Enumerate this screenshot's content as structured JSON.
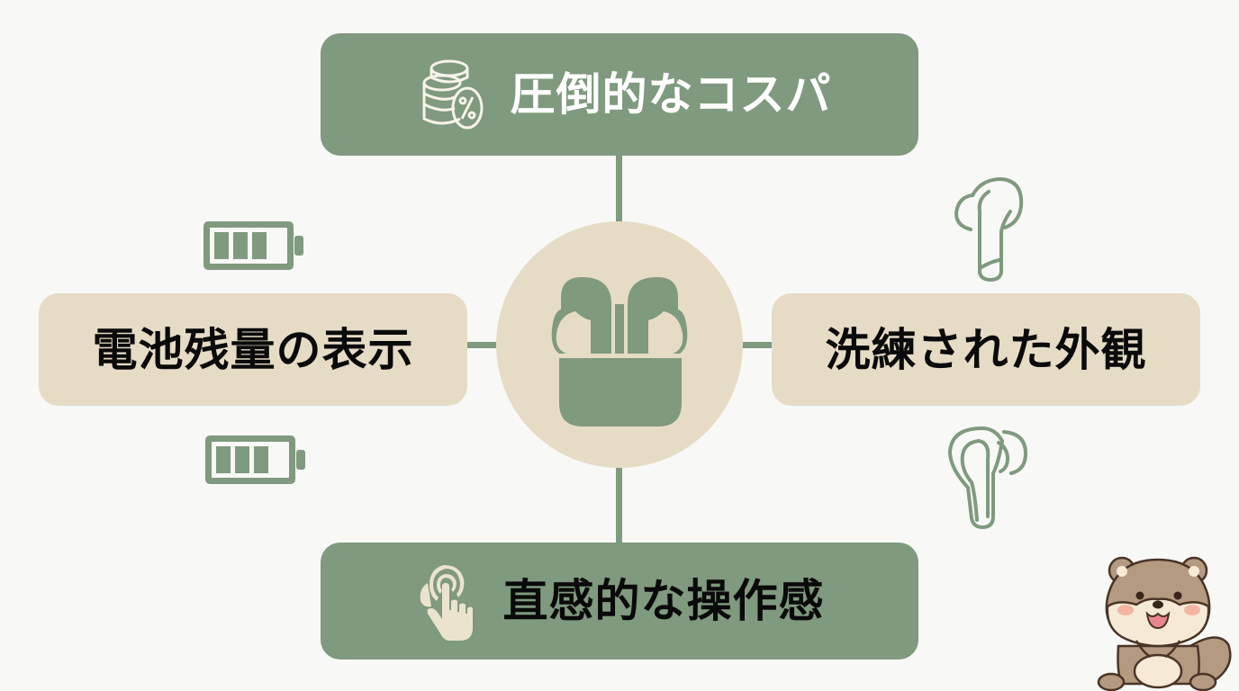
{
  "diagram": {
    "center": {
      "icon": "earbuds-case-icon"
    },
    "nodes": {
      "top": {
        "label": "圧倒的なコスパ",
        "icon": "coins-percent-icon"
      },
      "left": {
        "label": "電池残量の表示",
        "icons": [
          "battery-icon",
          "battery-icon"
        ]
      },
      "right": {
        "label": "洗練された外観",
        "icons": [
          "earbud-icon",
          "earbud-icon"
        ]
      },
      "bottom": {
        "label": "直感的な操作感",
        "icon": "tap-hand-icon"
      }
    },
    "mascot": "squirrel-mascot"
  },
  "colors": {
    "background": "#f8f8f6",
    "green": "#7f9a7e",
    "beige": "#e6dcc6",
    "top_text": "#ffffff",
    "dark_text": "#0a0a0a"
  }
}
